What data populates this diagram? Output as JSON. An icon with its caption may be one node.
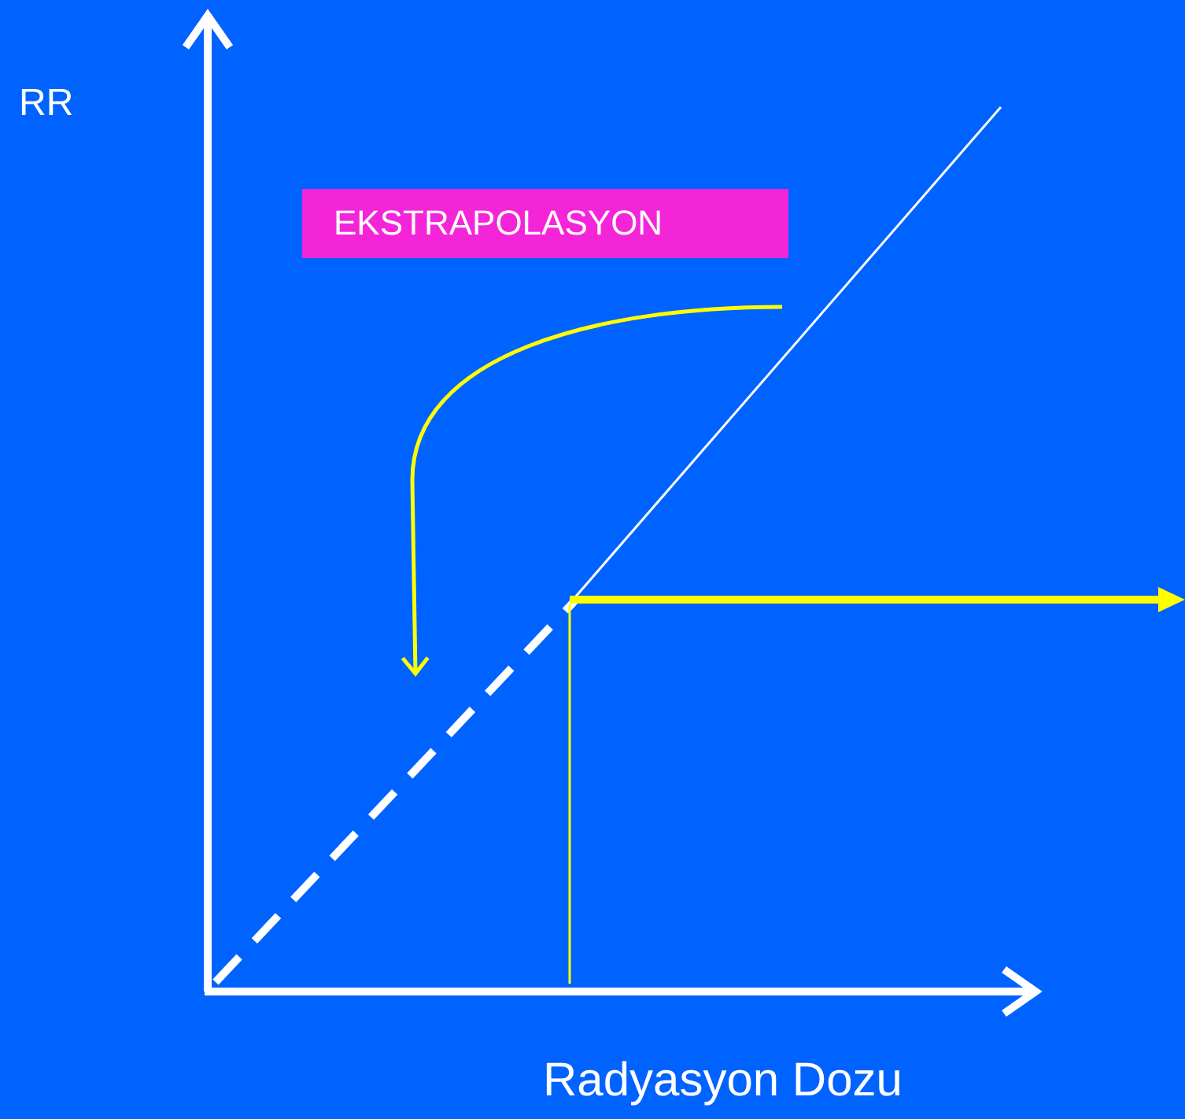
{
  "diagram": {
    "nodes": [
      {
        "text": [
          "EKSTRAPOLASYON"
        ]
      },
      {
        "text": [],
        "shape": "line"
      }
    ],
    "edges": [
      {
        "from": null,
        "to": 1,
        "arrow": "to",
        "color": "#ffff00"
      }
    ],
    "labels": [
      "RR",
      "Radyasyon Dozu"
    ]
  }
}
